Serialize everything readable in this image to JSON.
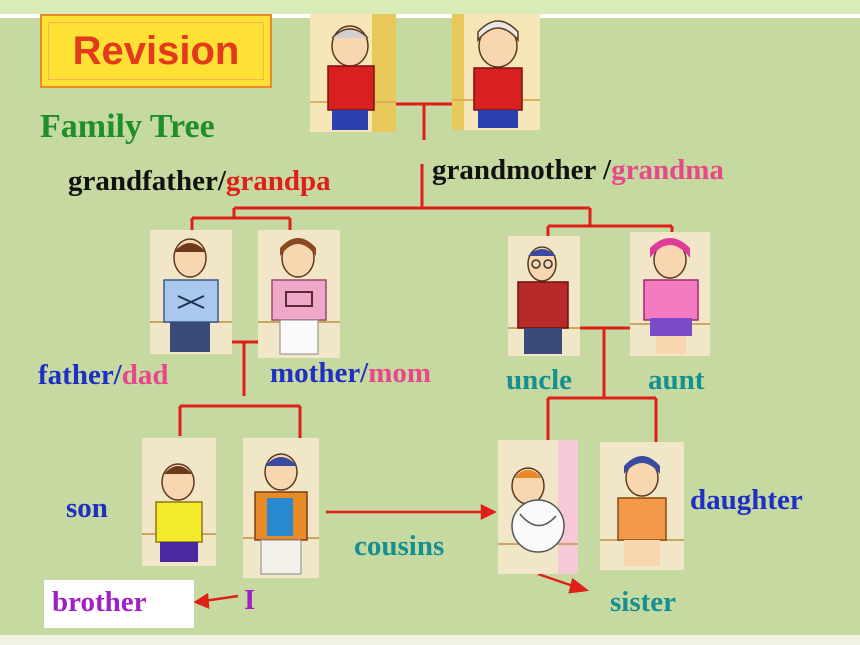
{
  "title": "Revision",
  "subtitle": "Family Tree",
  "colors": {
    "panel": "#c5d9a0",
    "title_box": "#ffe135",
    "title_text": "#e23a1a",
    "green": "#1f8f2a",
    "red": "#e02018",
    "pink": "#e8488a",
    "blue": "#1f2fc4",
    "teal": "#168f8f",
    "purple": "#a020c8",
    "black": "#111111"
  },
  "labels": {
    "grandfather": "grandfather/",
    "grandpa": "grandpa",
    "grandmother": "grandmother /",
    "grandma": "grandma",
    "father": "father/",
    "dad": "dad",
    "mother": "mother/",
    "mom": "mom",
    "uncle": "uncle",
    "aunt": "aunt",
    "son": "son",
    "me": "I",
    "cousins": "cousins",
    "daughter": "daughter",
    "brother": "brother",
    "sister": "sister"
  }
}
